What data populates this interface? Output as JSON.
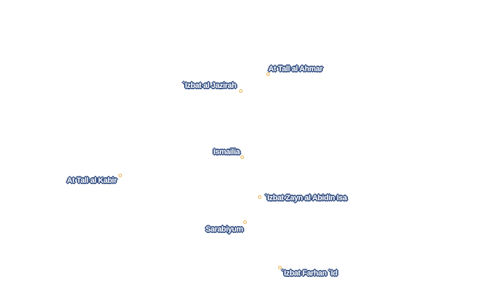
{
  "map": {
    "places": [
      {
        "id": "at-tall-al-ahmar",
        "name": "At Tall al Ahmar"
      },
      {
        "id": "izbat-al-jazirah",
        "name": "`Izbat al Jazirah"
      },
      {
        "id": "ismailia",
        "name": "Ismailia"
      },
      {
        "id": "at-tall-al-kabir",
        "name": "At Tall al Kabir"
      },
      {
        "id": "izbat-zayn-al-abidin-isa",
        "name": "`Izbat Zayn al Abidin Isa"
      },
      {
        "id": "sarabiyum",
        "name": "Sarabiyum"
      },
      {
        "id": "izbat-farhan-id",
        "name": "`Izbat Farhan `Id"
      }
    ],
    "colors": {
      "label_halo": "#3a5587",
      "label_text": "#ffffff",
      "marker_stroke": "#e8b04b"
    }
  }
}
